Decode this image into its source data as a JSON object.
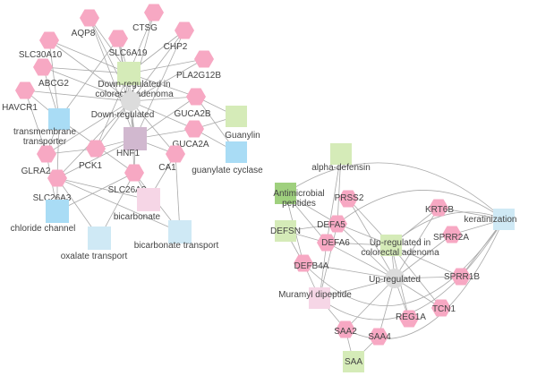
{
  "colors": {
    "gene": "#f7a8c3",
    "category_up_down": "#dcdcdc",
    "pathway_green": "#d5ebb8",
    "pathway_green_dark": "#9fd07e",
    "pathway_blue": "#a9dcf5",
    "pathway_blue_light": "#cfe9f5",
    "pathway_pink": "#f6d6e6",
    "hub_purple": "#d1b8cf",
    "edge": "#a9a9a9"
  },
  "network_left": {
    "genes": [
      "SLC30A10",
      "AQP8",
      "SLC6A19",
      "CTSG",
      "CHP2",
      "PLA2G12B",
      "ABCG2",
      "HAVCR1",
      "GUCA2B",
      "GUCA2A",
      "GLRA2",
      "PCK1",
      "SLC26A2",
      "CA1",
      "SLC26A3"
    ],
    "terms": [
      "Down-regulated in colorectal adenoma",
      "Down-regulated",
      "HNF1",
      "Guanylin",
      "guanylate cyclase",
      "transmembrane transporter",
      "chloride channel",
      "oxalate transport",
      "bicarbonate",
      "bicarbonate transport"
    ]
  },
  "network_right": {
    "genes": [
      "PRSS2",
      "DEFA5",
      "DEFA6",
      "DEFB4A",
      "KRT6B",
      "SPRR2A",
      "SPRR1B",
      "TCN1",
      "REG1A",
      "SAA2",
      "SAA4"
    ],
    "terms": [
      "alpha-defensin",
      "Antimicrobial peptides",
      "DEFSN",
      "Up-regulated in colorectal adenoma",
      "Up-regulated",
      "Muramyl dipeptide",
      "keratinization",
      "SAA"
    ]
  }
}
